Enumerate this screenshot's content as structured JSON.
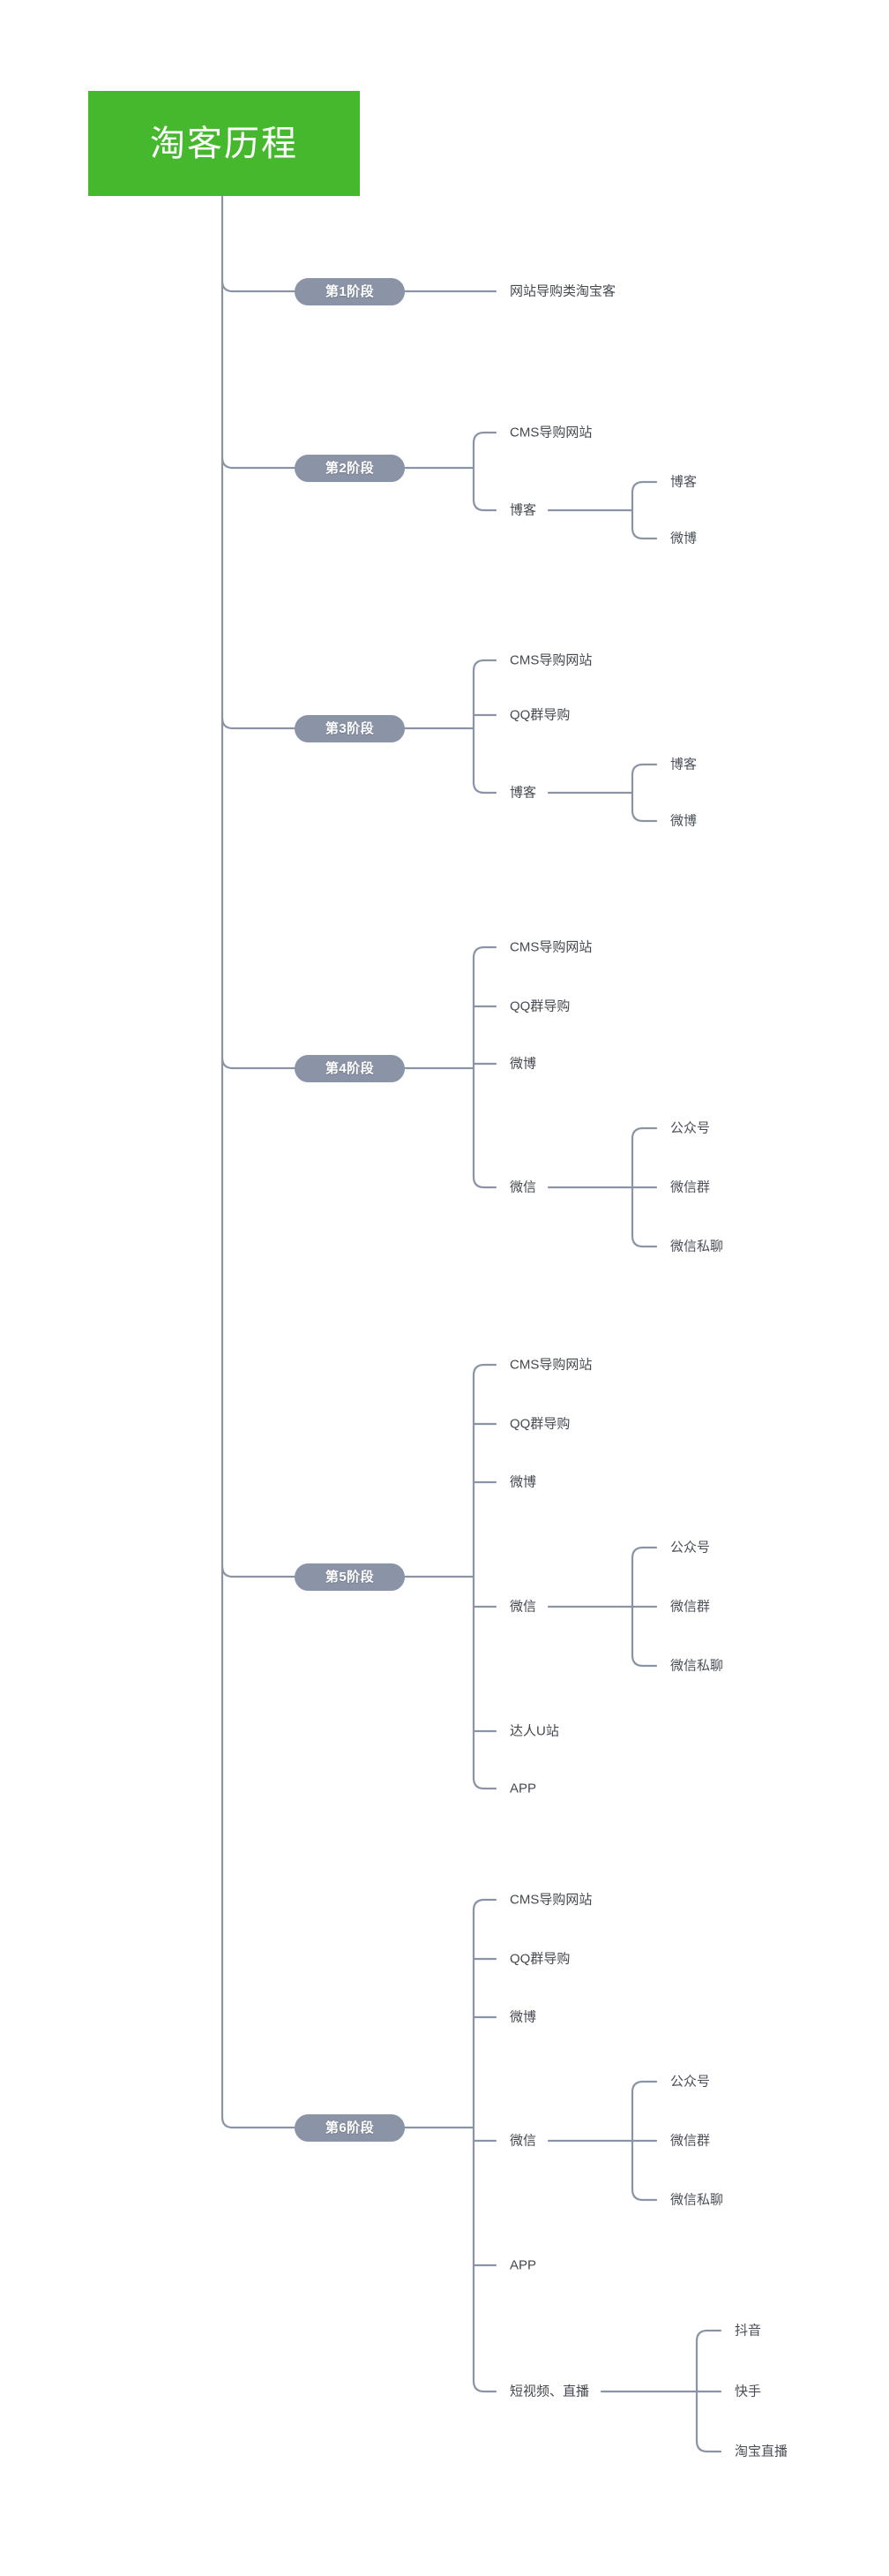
{
  "diagram": {
    "type": "mindmap",
    "title": "淘客历程",
    "orientation": "left-to-right",
    "colors": {
      "root_background": "#45b82e",
      "root_text": "#ffffff",
      "stage_background": "#8a94a6",
      "stage_text": "#ffffff",
      "connector": "#8a94a6",
      "leaf_text": "#4a4f57",
      "canvas_background": "#ffffff"
    },
    "root": {
      "label": "淘客历程"
    },
    "stages": [
      {
        "label": "第1阶段",
        "children": [
          {
            "label": "网站导购类淘宝客",
            "children": []
          }
        ]
      },
      {
        "label": "第2阶段",
        "children": [
          {
            "label": "CMS导购网站",
            "children": []
          },
          {
            "label": "博客",
            "children": [
              {
                "label": "博客"
              },
              {
                "label": "微博"
              }
            ]
          }
        ]
      },
      {
        "label": "第3阶段",
        "children": [
          {
            "label": "CMS导购网站",
            "children": []
          },
          {
            "label": "QQ群导购",
            "children": []
          },
          {
            "label": "博客",
            "children": [
              {
                "label": "博客"
              },
              {
                "label": "微博"
              }
            ]
          }
        ]
      },
      {
        "label": "第4阶段",
        "children": [
          {
            "label": "CMS导购网站",
            "children": []
          },
          {
            "label": "QQ群导购",
            "children": []
          },
          {
            "label": "微博",
            "children": []
          },
          {
            "label": "微信",
            "children": [
              {
                "label": "公众号"
              },
              {
                "label": "微信群"
              },
              {
                "label": "微信私聊"
              }
            ]
          }
        ]
      },
      {
        "label": "第5阶段",
        "children": [
          {
            "label": "CMS导购网站",
            "children": []
          },
          {
            "label": "QQ群导购",
            "children": []
          },
          {
            "label": "微博",
            "children": []
          },
          {
            "label": "微信",
            "children": [
              {
                "label": "公众号"
              },
              {
                "label": "微信群"
              },
              {
                "label": "微信私聊"
              }
            ]
          },
          {
            "label": "达人U站",
            "children": []
          },
          {
            "label": "APP",
            "children": []
          }
        ]
      },
      {
        "label": "第6阶段",
        "children": [
          {
            "label": "CMS导购网站",
            "children": []
          },
          {
            "label": "QQ群导购",
            "children": []
          },
          {
            "label": "微博",
            "children": []
          },
          {
            "label": "微信",
            "children": [
              {
                "label": "公众号"
              },
              {
                "label": "微信群"
              },
              {
                "label": "微信私聊"
              }
            ]
          },
          {
            "label": "APP",
            "children": []
          },
          {
            "label": "短视频、直播",
            "children": [
              {
                "label": "抖音"
              },
              {
                "label": "快手"
              },
              {
                "label": "淘宝直播"
              }
            ]
          }
        ]
      }
    ]
  }
}
